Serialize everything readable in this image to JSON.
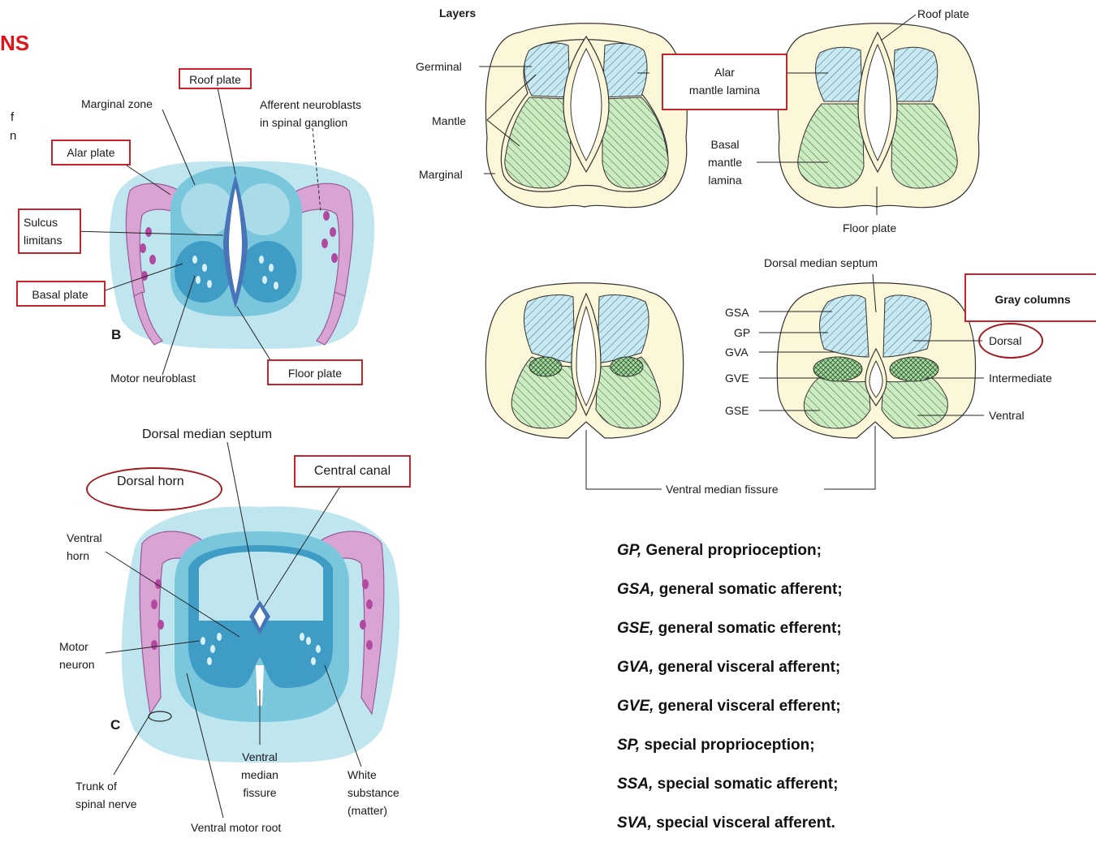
{
  "header": {
    "fragment": "NS",
    "color": "#e0141a"
  },
  "panel_b": {
    "letter": "B",
    "cut_text_top": "f",
    "cut_text_bottom": "n",
    "labels": {
      "roof_plate": "Roof plate",
      "marginal_zone": "Marginal zone",
      "afferent": "Afferent neuroblasts\nin spinal ganglion",
      "alar_plate": "Alar plate",
      "sulcus_limitans": "Sulcus\nlimitans",
      "basal_plate": "Basal plate",
      "motor_neuroblast": "Motor neuroblast",
      "floor_plate": "Floor plate"
    }
  },
  "panel_c": {
    "letter": "C",
    "labels": {
      "dorsal_median_septum": "Dorsal  median septum",
      "central_canal": "Central canal",
      "dorsal_horn": "Dorsal horn",
      "ventral_horn": "Ventral\nhorn",
      "motor_neuron": "Motor\nneuron",
      "trunk": "Trunk of\nspinal nerve",
      "ventral_motor_root": "Ventral motor root",
      "ventral_median_fissure": "Ventral\nmedian\nfissure",
      "white_substance": "White\nsubstance\n(matter)"
    }
  },
  "panel_layers": {
    "labels": {
      "layers": "Layers",
      "germinal": "Germinal",
      "mantle": "Mantle",
      "marginal": "Marginal",
      "alar_mantle": "Alar\nmantle lamina",
      "basal_mantle": "Basal\nmantle\nlamina",
      "roof_plate": "Roof plate",
      "floor_plate": "Floor plate"
    }
  },
  "panel_columns": {
    "labels": {
      "dorsal_median_septum": "Dorsal median septum",
      "gray_columns": "Gray columns",
      "gsa": "GSA",
      "gp": "GP",
      "gva": "GVA",
      "gve": "GVE",
      "gse": "GSE",
      "dorsal": "Dorsal",
      "intermediate": "Intermediate",
      "ventral": "Ventral",
      "ventral_median_fissure": "Ventral median fissure"
    }
  },
  "legend": [
    {
      "abbr": "GP,",
      "text": " General proprioception;"
    },
    {
      "abbr": "GSA,",
      "text": " general somatic afferent;"
    },
    {
      "abbr": "GSE,",
      "text": " general somatic efferent;"
    },
    {
      "abbr": "GVA,",
      "text": " general visceral afferent;"
    },
    {
      "abbr": " GVE,",
      "text": " general visceral efferent;"
    },
    {
      "abbr": "SP,",
      "text": " special proprioception;"
    },
    {
      "abbr": "SSA,",
      "text": " special somatic afferent;"
    },
    {
      "abbr": "SVA,",
      "text": " special visceral afferent."
    }
  ],
  "colors": {
    "highlight_box": "#c0262c",
    "tissue_light": "#bfe6ee",
    "tissue_mid": "#79c6dd",
    "tissue_dark": "#3f9cc4",
    "nerve_pink": "#d9a3d4",
    "cream": "#fdf7d9",
    "alar_blue": "#c6e9f2",
    "basal_green": "#cdebc1"
  }
}
